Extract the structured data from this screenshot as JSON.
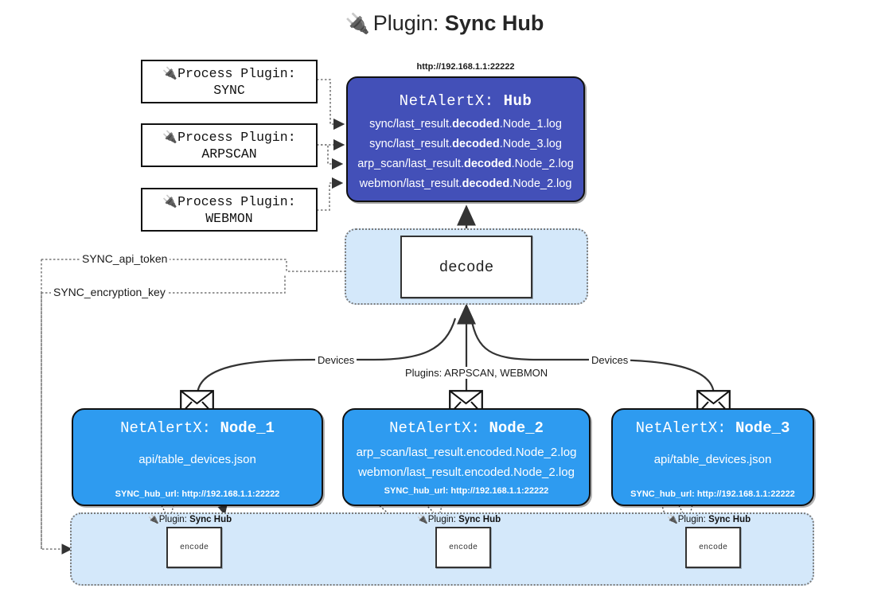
{
  "diagram": {
    "title": {
      "icon": "🔌",
      "prefix": "Plugin:",
      "name": "Sync Hub"
    },
    "colors": {
      "hub_fill": "#4350B8",
      "node_fill": "#2E9BF0",
      "container_fill": "#D4E8FA",
      "stroke": "#111111",
      "dotted_stroke": "#7a7a7a"
    },
    "process_plugins": [
      {
        "icon": "🔌",
        "line1": "Process Plugin:",
        "line2": "SYNC"
      },
      {
        "icon": "🔌",
        "line1": "Process Plugin:",
        "line2": "ARPSCAN"
      },
      {
        "icon": "🔌",
        "line1": "Process Plugin:",
        "line2": "WEBMON"
      }
    ],
    "hub": {
      "url": "http://192.168.1.1:22222",
      "title_prefix": "NetAlertX:",
      "title_name": "Hub",
      "logs": [
        {
          "pre": "sync/last_result.",
          "em": "decoded",
          "post": ".Node_1.log"
        },
        {
          "pre": "sync/last_result.",
          "em": "decoded",
          "post": ".Node_3.log"
        },
        {
          "pre": "arp_scan/last_result.",
          "em": "decoded",
          "post": ".Node_2.log"
        },
        {
          "pre": "webmon/last_result.",
          "em": "decoded",
          "post": ".Node_2.log"
        }
      ]
    },
    "decode": {
      "label": "decode"
    },
    "tokens": [
      {
        "label": "SYNC_api_token"
      },
      {
        "label": "SYNC_encryption_key"
      }
    ],
    "edge_labels": {
      "left_devices": "Devices",
      "center_plugins": "Plugins: ARPSCAN, WEBMON",
      "right_devices": "Devices"
    },
    "nodes": [
      {
        "title_prefix": "NetAlertX:",
        "title_name": "Node_1",
        "lines": [
          "api/table_devices.json"
        ],
        "hub_url_label": "SYNC_hub_url: http://192.168.1.1:22222",
        "icon": "envelope-icon"
      },
      {
        "title_prefix": "NetAlertX:",
        "title_name": "Node_2",
        "lines": [
          "arp_scan/last_result.encoded.Node_2.log",
          "webmon/last_result.encoded.Node_2.log"
        ],
        "hub_url_label": "SYNC_hub_url: http://192.168.1.1:22222",
        "icon": "envelope-icon"
      },
      {
        "title_prefix": "NetAlertX:",
        "title_name": "Node_3",
        "lines": [
          "api/table_devices.json"
        ],
        "hub_url_label": "SYNC_hub_url: http://192.168.1.1:22222",
        "icon": "envelope-icon"
      }
    ],
    "encoders": [
      {
        "icon": "🔌",
        "prefix": "Plugin:",
        "name": "Sync Hub",
        "box_label": "encode"
      },
      {
        "icon": "🔌",
        "prefix": "Plugin:",
        "name": "Sync Hub",
        "box_label": "encode"
      },
      {
        "icon": "🔌",
        "prefix": "Plugin:",
        "name": "Sync Hub",
        "box_label": "encode"
      }
    ]
  }
}
